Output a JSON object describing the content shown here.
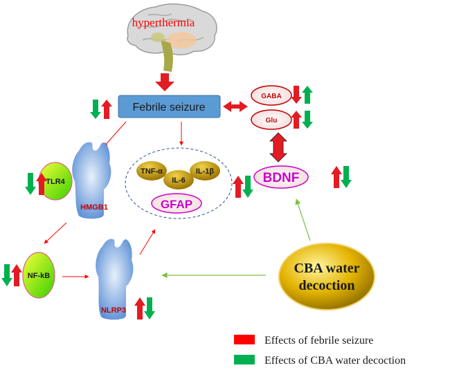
{
  "brain": {
    "label": "hyperthermia"
  },
  "febrile": {
    "label": "Febrile seizure"
  },
  "gaba": {
    "label": "GABA"
  },
  "glu": {
    "label": "Glu"
  },
  "bdnf": {
    "label": "BDNF"
  },
  "tlr4": {
    "label": "TLR4"
  },
  "hmgb1": {
    "label": "HMGB1"
  },
  "nfkb": {
    "label": "NF-kB"
  },
  "nlrp3": {
    "label": "NLRP3"
  },
  "cytokines": {
    "tnf": "TNF-α",
    "il6": "IL-6",
    "il1b": "IL-1β",
    "gfap": "GFAP"
  },
  "cba": {
    "line1": "CBA water",
    "line2": "decoction"
  },
  "legend": {
    "items": [
      {
        "label": "Effects of febrile seizure",
        "color": "#ff0000"
      },
      {
        "label": "Effects of CBA water decoction",
        "color": "#00b050"
      }
    ]
  },
  "colors": {
    "red": "#ff0000",
    "green": "#00b050",
    "blue_box": "#5b9bd5",
    "gold": "#c9a100"
  }
}
